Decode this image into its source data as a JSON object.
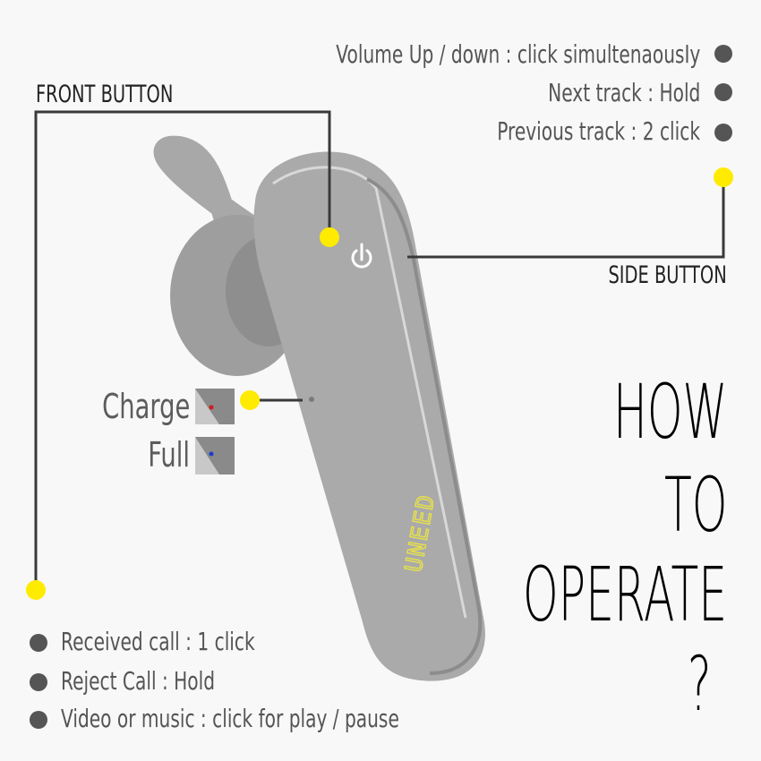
{
  "side_button": {
    "heading": "SIDE BUTTON",
    "items": [
      "Volume Up / down : click simultenaousIy",
      "Next track : Hold",
      "Previous track : 2 click"
    ]
  },
  "front_button": {
    "heading": "FRONT BUTTON",
    "items": [
      "Received call : 1 click",
      "Reject Call : Hold",
      "Video or music : click for play / pause"
    ]
  },
  "indicator": {
    "charge_label": "Charge",
    "full_label": "Full",
    "charge_color": "#d01c1c",
    "full_color": "#1c3ad0"
  },
  "title": {
    "line1": "HOW",
    "line2": "TO",
    "line3": "OPERATE",
    "line4": "?"
  },
  "device": {
    "logo_text": "UNEED",
    "body_color": "#a9a9a9",
    "logo_color": "#e7e14a"
  },
  "colors": {
    "callout_dot": "#ffeb00",
    "bullet": "#555555",
    "leader_line": "#3a3a3a"
  }
}
